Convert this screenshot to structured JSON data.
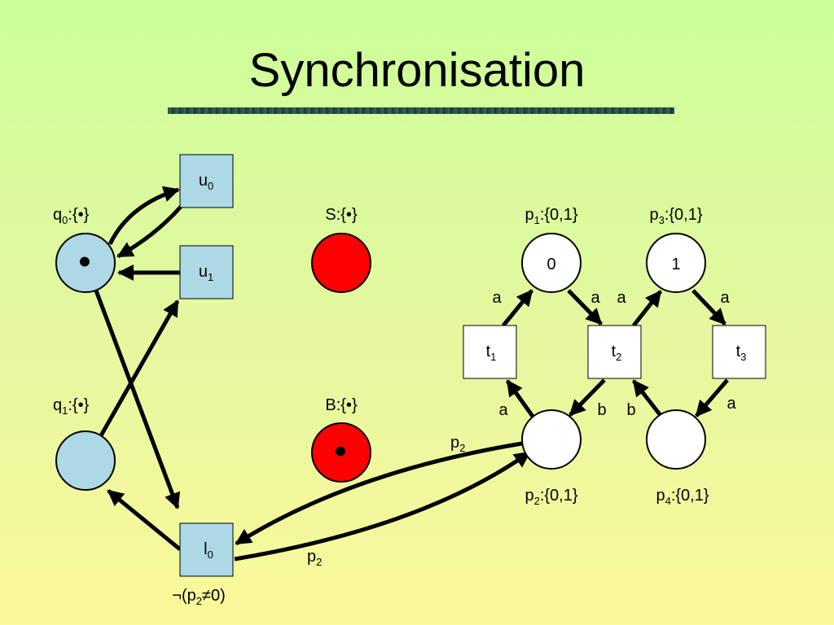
{
  "title": "Synchronisation",
  "colors": {
    "background_top": "#ccff99",
    "background_bottom": "#fbf99a",
    "blue_place": "#add8e6",
    "red_place": "#ff0000",
    "white_place": "#ffffff",
    "title_rule": "#2c5a52"
  },
  "places": {
    "q0": {
      "label": "q",
      "sub": "0",
      "suffix": ":{•}",
      "token": "•"
    },
    "q1": {
      "label": "q",
      "sub": "1",
      "suffix": ":{•}"
    },
    "S": {
      "label": "S:{•}"
    },
    "B": {
      "label": "B:{•}",
      "token": "•"
    },
    "p1": {
      "label": "p",
      "sub": "1",
      "suffix": ":{0,1}",
      "value": "0"
    },
    "p3": {
      "label": "p",
      "sub": "3",
      "suffix": ":{0,1}",
      "value": "1"
    },
    "p2": {
      "label": "p",
      "sub": "2",
      "suffix": ":{0,1}"
    },
    "p4": {
      "label": "p",
      "sub": "4",
      "suffix": ":{0,1}"
    }
  },
  "transitions": {
    "u0": {
      "label": "u",
      "sub": "0"
    },
    "u1": {
      "label": "u",
      "sub": "1"
    },
    "l0": {
      "label": "l",
      "sub": "0",
      "guard_prefix": "¬(p",
      "guard_sub": "2",
      "guard_suffix": "≠0)"
    },
    "t1": {
      "label": "t",
      "sub": "1"
    },
    "t2": {
      "label": "t",
      "sub": "2"
    },
    "t3": {
      "label": "t",
      "sub": "3"
    }
  },
  "arc_labels": {
    "t1_p1": "a",
    "p1_t2": "a",
    "t2_p3": "a",
    "p3_t3": "a",
    "p2_t1": "a",
    "t2_p2": "b",
    "p4_t2": "b",
    "t3_p4": "a",
    "p2_l0": "p",
    "p2_l0_sub": "2",
    "l0_p2": "p",
    "l0_p2_sub": "2"
  }
}
